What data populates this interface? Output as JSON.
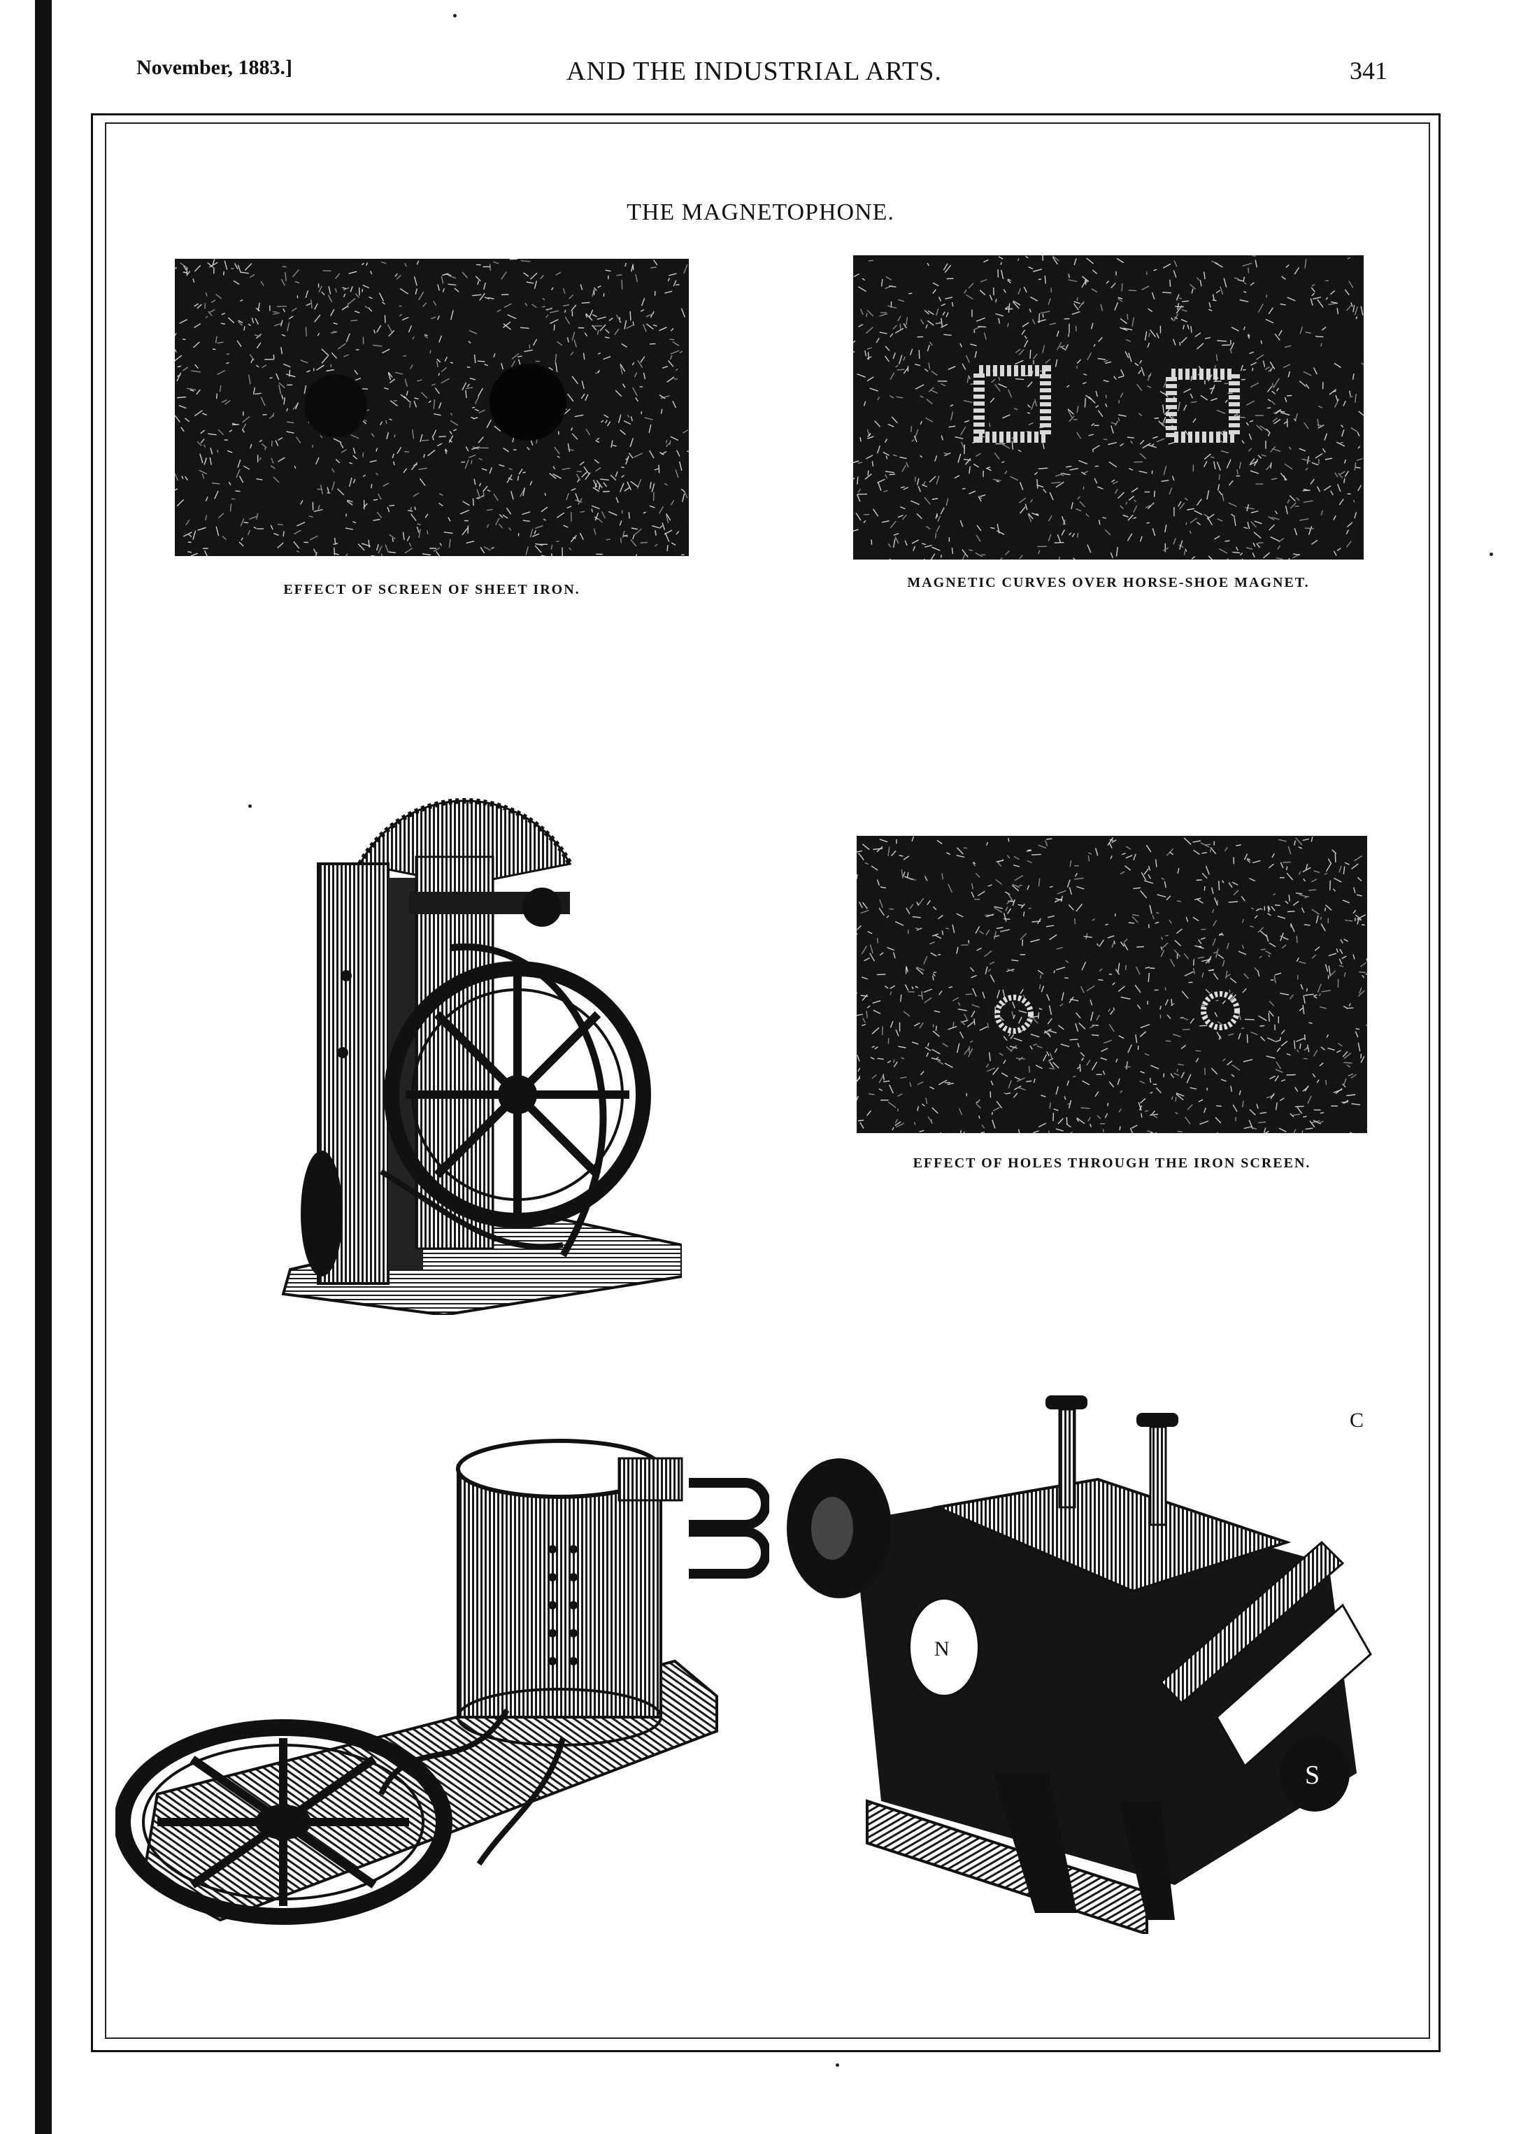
{
  "header": {
    "date": "November, 1883.]",
    "running_title": "AND THE INDUSTRIAL ARTS.",
    "page_number": "341"
  },
  "plate": {
    "title": "THE MAGNETOPHONE.",
    "figures": [
      {
        "caption": "EFFECT OF SCREEN OF SHEET IRON."
      },
      {
        "caption": "MAGNETIC CURVES OVER HORSE-SHOE MAGNET."
      },
      {
        "caption": "EFFECT OF HOLES THROUGH THE IRON SCREEN."
      }
    ],
    "magnet_labels": {
      "c": "C",
      "s": "S",
      "n": "N"
    }
  }
}
